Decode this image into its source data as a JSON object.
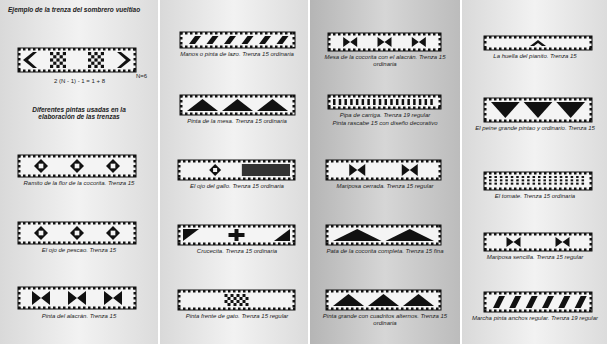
{
  "diagram": {
    "labels": [
      "Ejemplo de la trenza del sombrero vueltiao",
      "N=6",
      "2 (N - 1) - 1 = 1 + 8",
      "Diferentes pintas usadas en la elaboración de las trenzas",
      "Ramito de la flor de la cocorita. Trenza 15",
      "El ojo de pescao. Trenza 15",
      "Pinta del alacrán. Trenza 15",
      "Manos o pinta de lazo. Trenza 15 ordinaria",
      "Pinta de la mesa. Trenza 15 ordinaria",
      "El ojo del gallo. Trenza 15 ordinaria",
      "Crucecita. Trenza 15 ordinaria",
      "Pinta frente de gato. Trenza 15 regular",
      "Mesa de la cocorita con el alacrán. Trenza 15 ordinaria",
      "Pipa de carriga. Trenza 19 regular",
      "Pinta rascabe 15 con diseño decorativo",
      "Mariposa cerrada. Trenza 15 regular",
      "Pata de la cocorita completa. Trenza 15 fina",
      "Pinta grande con cuadritos alternos. Trenza 15 ordinaria",
      "La huella del pianito. Trenza 15",
      "El peine grande pintao y ordinario. Trenza 15",
      "El tomate. Trenza 15 ordinaria",
      "Mariposa sencilla. Trenza 15 regular",
      "Marcha pinta anchos regular. Trenza 19 regular"
    ]
  }
}
